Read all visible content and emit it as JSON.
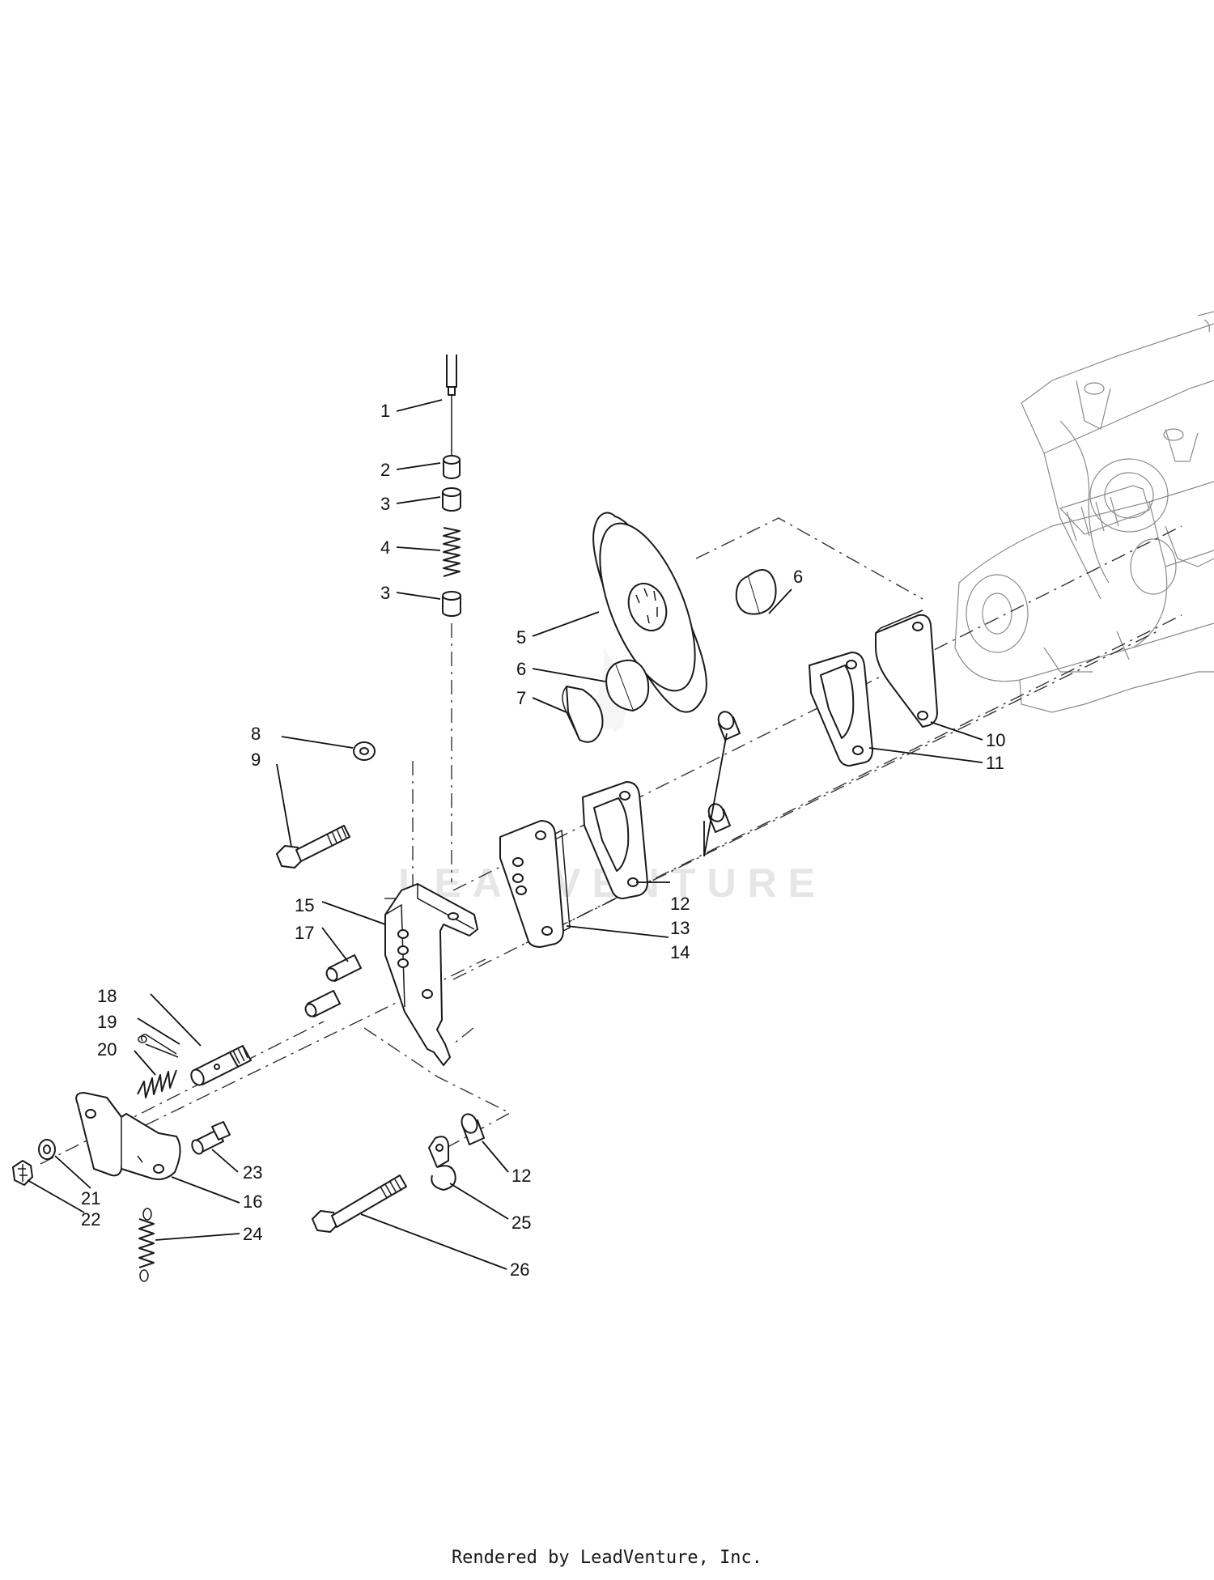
{
  "callouts": [
    {
      "id": "c1",
      "label": "1"
    },
    {
      "id": "c2",
      "label": "2"
    },
    {
      "id": "c3a",
      "label": "3"
    },
    {
      "id": "c4",
      "label": "4"
    },
    {
      "id": "c3b",
      "label": "3"
    },
    {
      "id": "c5",
      "label": "5"
    },
    {
      "id": "c6a",
      "label": "6"
    },
    {
      "id": "c6b",
      "label": "6"
    },
    {
      "id": "c7",
      "label": "7"
    },
    {
      "id": "c8",
      "label": "8"
    },
    {
      "id": "c9",
      "label": "9"
    },
    {
      "id": "c10",
      "label": "10"
    },
    {
      "id": "c11",
      "label": "11"
    },
    {
      "id": "c12a",
      "label": "12"
    },
    {
      "id": "c13",
      "label": "13"
    },
    {
      "id": "c14",
      "label": "14"
    },
    {
      "id": "c15",
      "label": "15"
    },
    {
      "id": "c17",
      "label": "17"
    },
    {
      "id": "c18",
      "label": "18"
    },
    {
      "id": "c19",
      "label": "19"
    },
    {
      "id": "c20",
      "label": "20"
    },
    {
      "id": "c21",
      "label": "21"
    },
    {
      "id": "c22",
      "label": "22"
    },
    {
      "id": "c23",
      "label": "23"
    },
    {
      "id": "c16",
      "label": "16"
    },
    {
      "id": "c24",
      "label": "24"
    },
    {
      "id": "c12b",
      "label": "12"
    },
    {
      "id": "c25",
      "label": "25"
    },
    {
      "id": "c26",
      "label": "26"
    }
  ],
  "watermark": "LEADVENTURE",
  "footer": "Rendered by LeadVenture, Inc."
}
